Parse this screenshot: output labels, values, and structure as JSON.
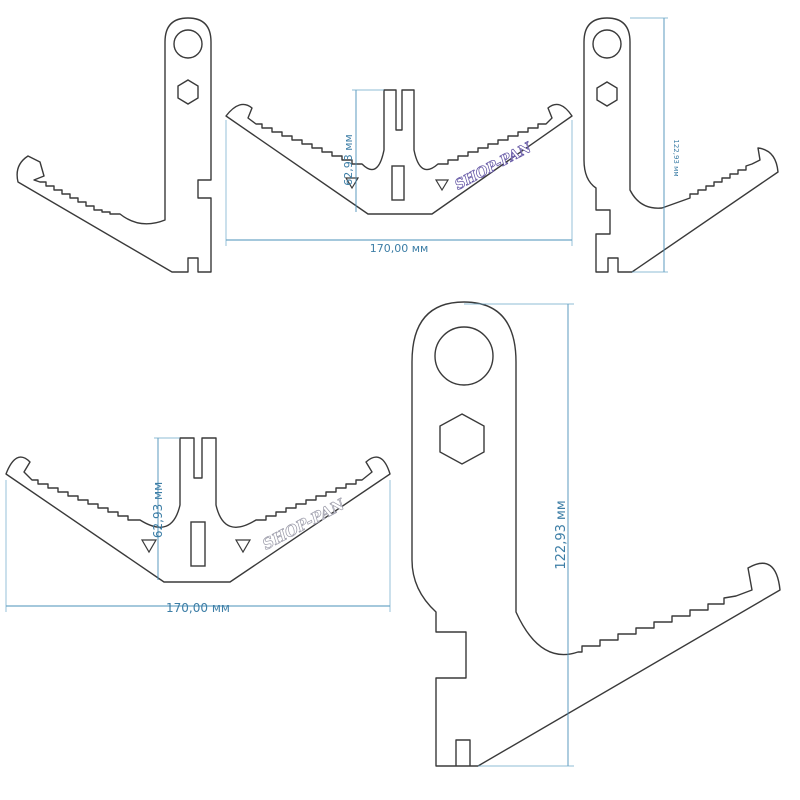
{
  "views": {
    "top_front": {
      "width_label": "170,00 мм",
      "height_label": "62,93 мм",
      "brand": "SHOP-PAN"
    },
    "top_right": {
      "height_label": "122,93 мм"
    },
    "bottom_left": {
      "width_label": "170,00 мм",
      "height_label": "62,93 мм",
      "brand": "SHOP-PAN"
    },
    "bottom_right": {
      "height_label": "122,93 мм"
    }
  },
  "colors": {
    "outline": "#3a3a3a",
    "dimension": "#4a90b8",
    "brand_top": "#5c4ea0",
    "brand_bottom": "#9a9aa8"
  }
}
